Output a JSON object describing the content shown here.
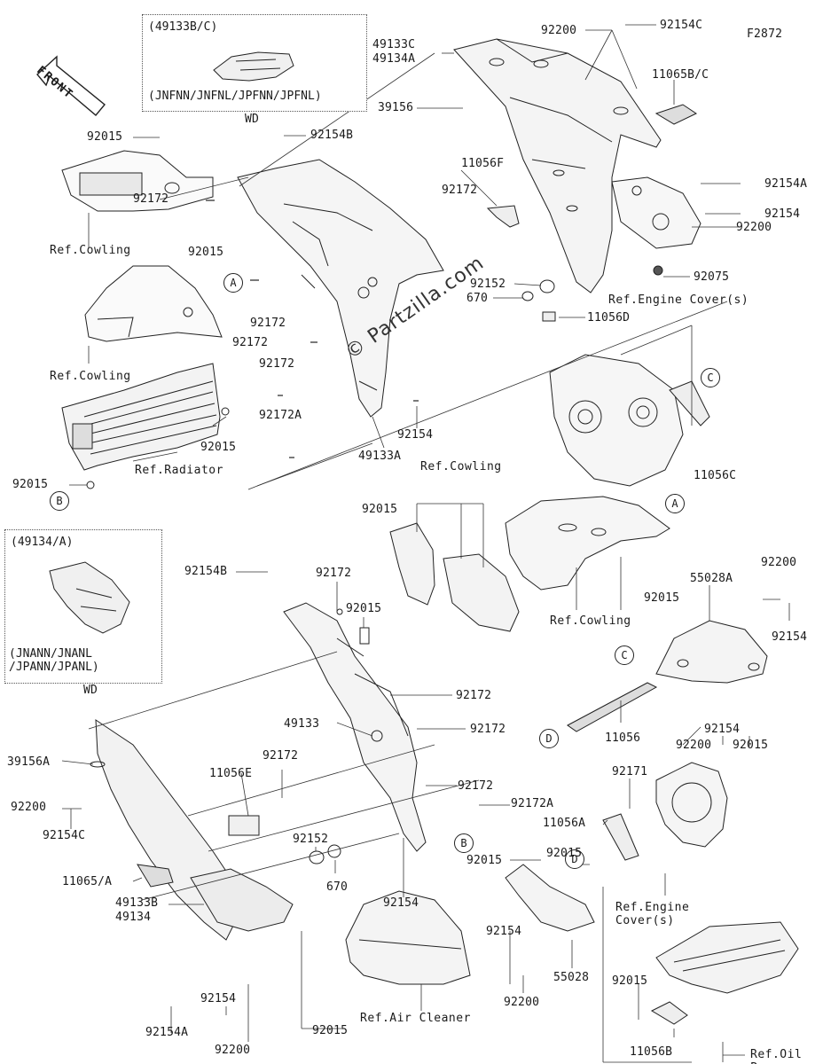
{
  "figure_code": "F2872",
  "watermark": "© Partzilla.com",
  "front_label": "FRONT",
  "insets": [
    {
      "title": "(49133B/C)",
      "variants": "(JNFNN/JNFNL/JPFNN/JPFNL)",
      "caption": "WD"
    },
    {
      "title": "(49134/A)",
      "variants": "(JNANN/JNANL\n/JPANN/JPANL)",
      "caption": "WD"
    }
  ],
  "callouts": [
    "A",
    "B",
    "C",
    "D"
  ],
  "labels": {
    "l92200_top": "92200",
    "l92154C_top": "92154C",
    "l49133C": "49133C",
    "l49134A": "49134A",
    "l11065BC": "11065B/C",
    "l39156": "39156",
    "l92015_a": "92015",
    "l92154B_a": "92154B",
    "l11056F": "11056F",
    "l92172_a": "92172",
    "l92172_b": "92172",
    "l92154A_a": "92154A",
    "l92154_a": "92154",
    "l92200_a": "92200",
    "l92015_b": "92015",
    "l92075": "92075",
    "l92152_a": "92152",
    "l670_a": "670",
    "l11056D": "11056D",
    "l92172_c": "92172",
    "l92172_d": "92172",
    "l92172_e": "92172",
    "l92172A_a": "92172A",
    "l92154_b": "92154",
    "l49133A": "49133A",
    "l92015_c": "92015",
    "l11056C": "11056C",
    "l92015_d": "92015",
    "l92015_e": "92015",
    "l92154B_b": "92154B",
    "l92172_f": "92172",
    "l92015_f": "92015",
    "l55028A": "55028A",
    "l92200_b": "92200",
    "l92015_g": "92015",
    "l92154_c": "92154",
    "l92172_g": "92172",
    "l49133": "49133",
    "l92172_h": "92172",
    "l11056": "11056",
    "l92200_c": "92200",
    "l92154_d": "92154",
    "l92015_h": "92015",
    "l39156A": "39156A",
    "l92172_i": "92172",
    "l11056E": "11056E",
    "l92172_j": "92172",
    "l92200_d": "92200",
    "l92172A_b": "92172A",
    "l92171": "92171",
    "l11056A": "11056A",
    "l92154C_b": "92154C",
    "l92152_b": "92152",
    "l92015_i": "92015",
    "l92015_j": "92015",
    "l11065A": "11065/A",
    "l670_b": "670",
    "l92154_e": "92154",
    "l49133B": "49133B",
    "l49134": "49134",
    "l92154_f": "92154",
    "l55028": "55028",
    "l92154_g": "92154",
    "l92154A_b": "92154A",
    "l92200_e": "92200",
    "l92015_k": "92015",
    "l92200_f": "92200",
    "l92015_l": "92015",
    "l11056B": "11056B"
  },
  "references": {
    "cowling_1": "Ref.Cowling",
    "cowling_2": "Ref.Cowling",
    "radiator": "Ref.Radiator",
    "cowling_3": "Ref.Cowling",
    "cowling_4": "Ref.Cowling",
    "engine_cover_1": "Ref.Engine Cover(s)",
    "engine_cover_2": "Ref.Engine\nCover(s)",
    "air_cleaner": "Ref.Air Cleaner",
    "oil_pan": "Ref.Oil\nPan"
  }
}
